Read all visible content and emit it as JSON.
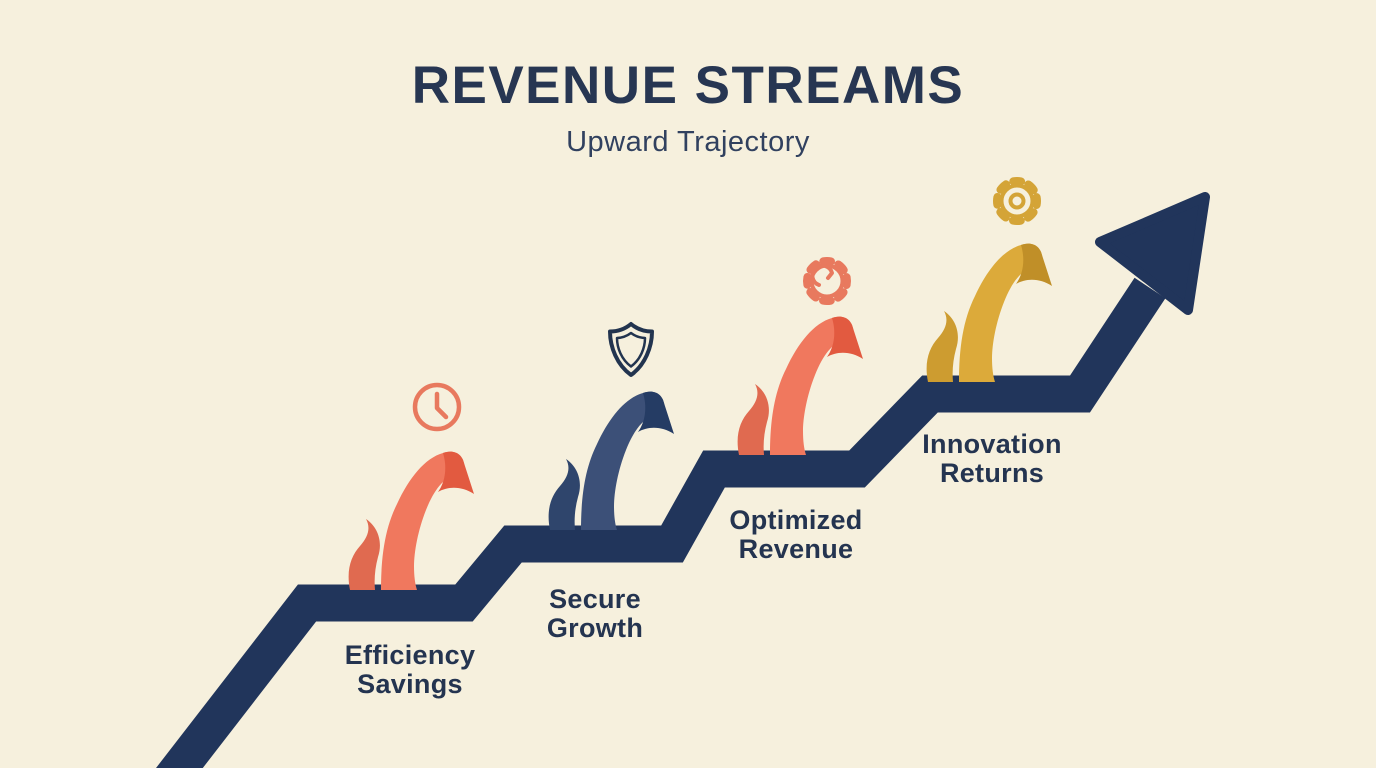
{
  "header": {
    "title": "REVENUE STREAMS",
    "subtitle": "Upward Trajectory"
  },
  "arrow": {
    "color": "#21355b",
    "style": "stepped-upward-arrow"
  },
  "palette": {
    "background": "#f6f0dd",
    "navy": "#21355b",
    "title_text": "#273652",
    "label_text": "#243450",
    "coral": "#f0785e",
    "gold": "#dcaa3a"
  },
  "milestones": [
    {
      "lines": [
        "Efficiency",
        "Savings"
      ],
      "icon": "clock-icon",
      "icon_color": "#e8795e",
      "ribbon": {
        "main": "#f0785e",
        "curl": "#e06a50",
        "fold": "#e25a40"
      }
    },
    {
      "lines": [
        "Secure",
        "Growth"
      ],
      "icon": "shield-icon",
      "icon_color": "#22344f",
      "ribbon": {
        "main": "#3c5078",
        "curl": "#2f456c",
        "fold": "#253c64"
      }
    },
    {
      "lines": [
        "Optimized",
        "Revenue"
      ],
      "icon": "gear-wrench-icon",
      "icon_color": "#e8795e",
      "ribbon": {
        "main": "#f0785e",
        "curl": "#e06a50",
        "fold": "#e25a40"
      }
    },
    {
      "lines": [
        "Innovation",
        "Returns"
      ],
      "icon": "gear-icon",
      "icon_color": "#d4a437",
      "ribbon": {
        "main": "#dcaa3a",
        "curl": "#cd9c30",
        "fold": "#c08f28"
      }
    }
  ]
}
